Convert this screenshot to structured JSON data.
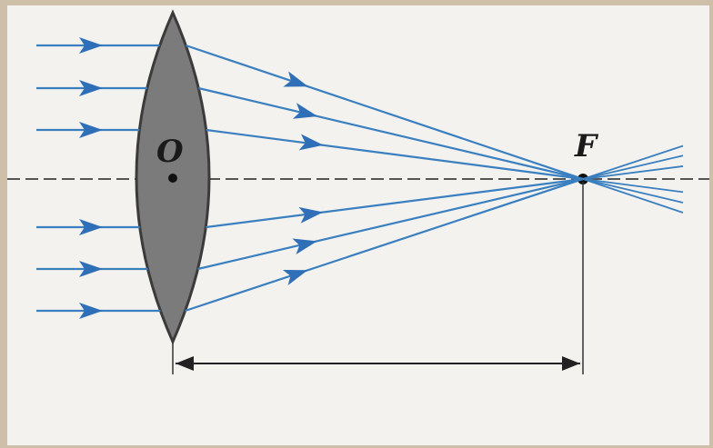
{
  "diagram": {
    "labels": {
      "optical_center": "O",
      "focal_point": "F"
    },
    "colors": {
      "ray": "#3a7fc0",
      "arrow": "#2f6fb8",
      "lens_fill": "#7b7b7b",
      "lens_stroke": "#3b3b3b",
      "axis": "#555555",
      "dimension": "#222222",
      "background": "#f4f2ee"
    },
    "ray_count": 6,
    "element_names": [
      "convex-lens",
      "principal-axis",
      "incoming-rays",
      "refracted-rays",
      "focal-point",
      "focal-length-dimension"
    ]
  }
}
